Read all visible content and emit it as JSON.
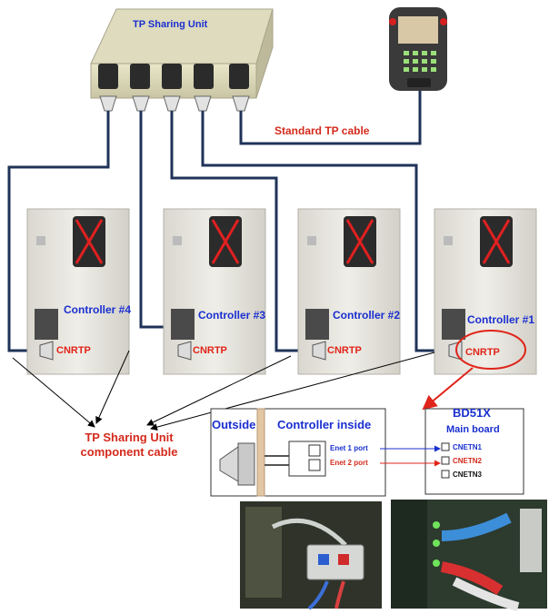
{
  "top": {
    "unit_title": "TP Sharing Unit",
    "std_cable": "Standard TP cable"
  },
  "controllers": [
    {
      "label": "Controller #4",
      "port": "CNRTP"
    },
    {
      "label": "Controller #3",
      "port": "CNRTP"
    },
    {
      "label": "Controller #2",
      "port": "CNRTP"
    },
    {
      "label": "Controller #1",
      "port": "CNRTP"
    }
  ],
  "component_cable": {
    "line1": "TP Sharing Unit",
    "line2": "component cable"
  },
  "detail": {
    "outside": "Outside",
    "controller_inside": "Controller inside",
    "enet1": "Enet 1 port",
    "enet2": "Enet 2 port"
  },
  "board": {
    "title": "BD51X",
    "subtitle": "Main board",
    "ports": [
      "CNETN1",
      "CNETN2",
      "CNETN3"
    ]
  },
  "colors": {
    "cable_navy": "#1f3358",
    "label_blue": "#1a2fd0",
    "label_red": "#d42a1c",
    "cabinet": "#e8e6df"
  }
}
